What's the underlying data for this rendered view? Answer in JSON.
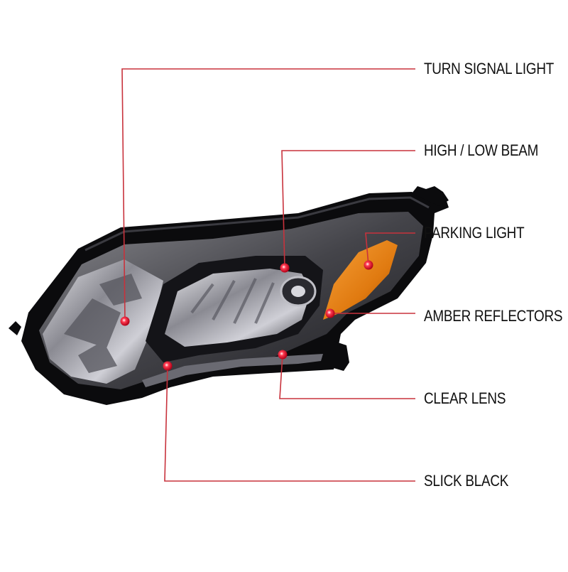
{
  "colors": {
    "leader_line": "#c8323c",
    "marker": "#e0102a",
    "label_text": "#111111",
    "housing": "#0b0b0d",
    "amber": "#e07a10"
  },
  "callouts": [
    {
      "id": "turn-signal-light",
      "label": "TURN SIGNAL LIGHT"
    },
    {
      "id": "high-low-beam",
      "label": "HIGH / LOW BEAM"
    },
    {
      "id": "parking-light",
      "label": "PARKING LIGHT"
    },
    {
      "id": "amber-reflectors",
      "label": "AMBER REFLECTORS"
    },
    {
      "id": "clear-lens",
      "label": "CLEAR LENS"
    },
    {
      "id": "slick-black",
      "label": "SLICK BLACK"
    }
  ]
}
